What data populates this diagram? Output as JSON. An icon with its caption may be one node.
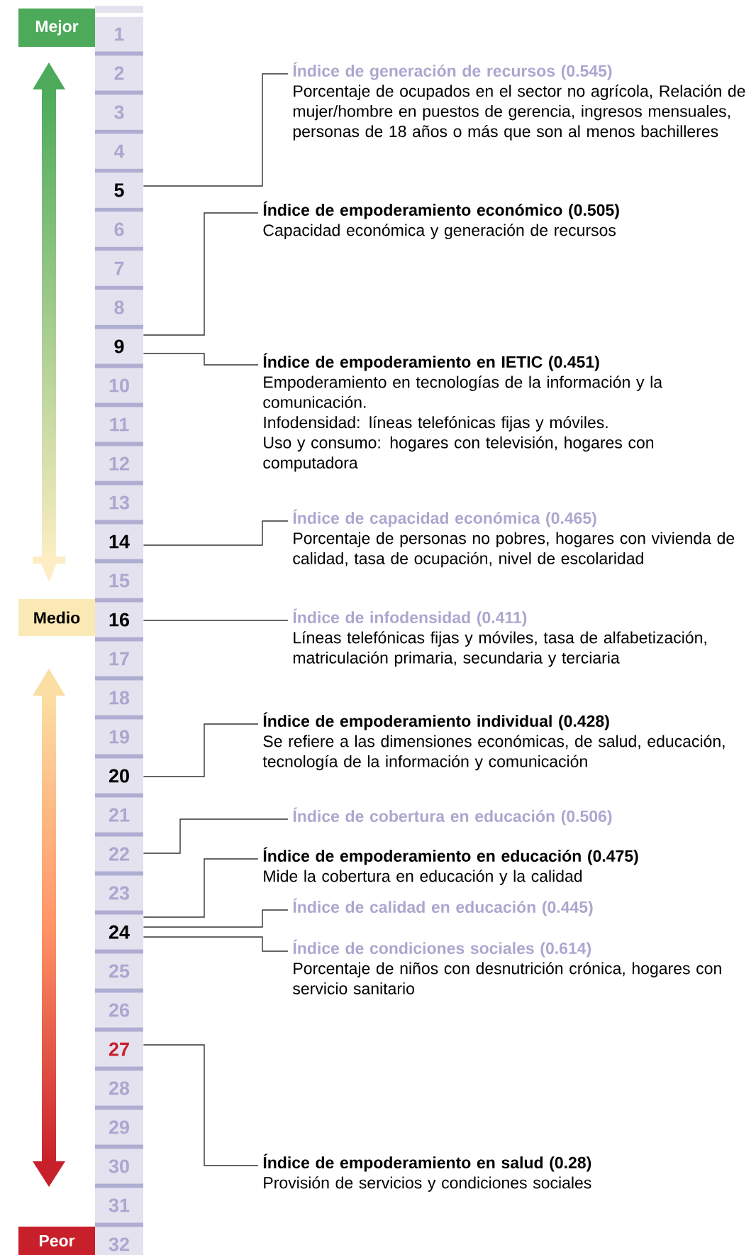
{
  "diagram": {
    "nodes": [
      {
        "text": [
          "Mejor"
        ]
      },
      {
        "text": [
          "Medio"
        ]
      },
      {
        "text": [
          "Peor"
        ]
      },
      {
        "text": [
          "1"
        ]
      },
      {
        "text": [
          "2"
        ]
      },
      {
        "text": [
          "3"
        ]
      },
      {
        "text": [
          "4"
        ]
      },
      {
        "text": [
          "5"
        ]
      },
      {
        "text": [
          "6"
        ]
      },
      {
        "text": [
          "7"
        ]
      },
      {
        "text": [
          "8"
        ]
      },
      {
        "text": [
          "9"
        ]
      },
      {
        "text": [
          "10"
        ]
      },
      {
        "text": [
          "11"
        ]
      },
      {
        "text": [
          "12"
        ]
      },
      {
        "text": [
          "13"
        ]
      },
      {
        "text": [
          "14"
        ]
      },
      {
        "text": [
          "15"
        ]
      },
      {
        "text": [
          "16"
        ]
      },
      {
        "text": [
          "17"
        ]
      },
      {
        "text": [
          "18"
        ]
      },
      {
        "text": [
          "19"
        ]
      },
      {
        "text": [
          "20"
        ]
      },
      {
        "text": [
          "21"
        ]
      },
      {
        "text": [
          "22"
        ]
      },
      {
        "text": [
          "23"
        ]
      },
      {
        "text": [
          "24"
        ]
      },
      {
        "text": [
          "25"
        ]
      },
      {
        "text": [
          "26"
        ]
      },
      {
        "text": [
          "27"
        ]
      },
      {
        "text": [
          "28"
        ]
      },
      {
        "text": [
          "29"
        ]
      },
      {
        "text": [
          "30"
        ]
      },
      {
        "text": [
          "31"
        ]
      },
      {
        "text": [
          "32"
        ]
      },
      {
        "text": [
          "Índice de generación de recursos (0.545)",
          "Porcentaje de ocupados en el sector no agrícola, Relación de mujer/hombre en puestos de gerencia, ingresos mensuales, personas de 18 años o más que son al menos bachilleres"
        ]
      },
      {
        "text": [
          "Índice de empoderamiento económico (0.505)",
          "Capacidad económica y generación de recursos"
        ]
      },
      {
        "text": [
          "Índice de empoderamiento en IETIC (0.451)",
          "Empoderamiento en tecnologías de la información y la comunicación.",
          "Infodensidad: líneas telefónicas fijas y móviles.",
          "Uso y consumo: hogares con televisión, hogares con computadora"
        ]
      },
      {
        "text": [
          "Índice de capacidad económica (0.465)",
          "Porcentaje de personas no pobres, hogares con vivienda de calidad, tasa de ocupación, nivel de escolaridad"
        ]
      },
      {
        "text": [
          "Índice de infodensidad (0.411)",
          "Líneas telefónicas fijas y móviles, tasa de alfabetización, matriculación primaria, secundaria y terciaria"
        ]
      },
      {
        "text": [
          "Índice de empoderamiento individual (0.428)",
          "Se refiere a las dimensiones económicas, de salud, educación, tecnología de la información y comunicación"
        ]
      },
      {
        "text": [
          "Índice de cobertura en educación (0.506)"
        ]
      },
      {
        "text": [
          "Índice de empoderamiento en educación (0.475)",
          "Mide la cobertura en educación y la calidad"
        ]
      },
      {
        "text": [
          "Índice de calidad en educación (0.445)"
        ]
      },
      {
        "text": [
          "Índice de condiciones sociales (0.614)",
          "Porcentaje de niños con desnutrición crónica, hogares con servicio sanitario"
        ]
      },
      {
        "text": [
          "Índice de empoderamiento en salud (0.28)",
          "Provisión de servicios y condiciones sociales"
        ]
      }
    ],
    "edges": [
      {
        "from": 7,
        "to": 35,
        "arrow": "none"
      },
      {
        "from": 11,
        "to": 36,
        "arrow": "none"
      },
      {
        "from": 11,
        "to": 37,
        "arrow": "none"
      },
      {
        "from": 16,
        "to": 38,
        "arrow": "none"
      },
      {
        "from": 18,
        "to": 39,
        "arrow": "none"
      },
      {
        "from": 22,
        "to": 40,
        "arrow": "none"
      },
      {
        "from": 24,
        "to": 41,
        "arrow": "none"
      },
      {
        "from": 26,
        "to": 42,
        "arrow": "none"
      },
      {
        "from": 26,
        "to": 43,
        "arrow": "none"
      },
      {
        "from": 26,
        "to": 44,
        "arrow": "none"
      },
      {
        "from": 29,
        "to": 45,
        "arrow": "none"
      }
    ]
  }
}
